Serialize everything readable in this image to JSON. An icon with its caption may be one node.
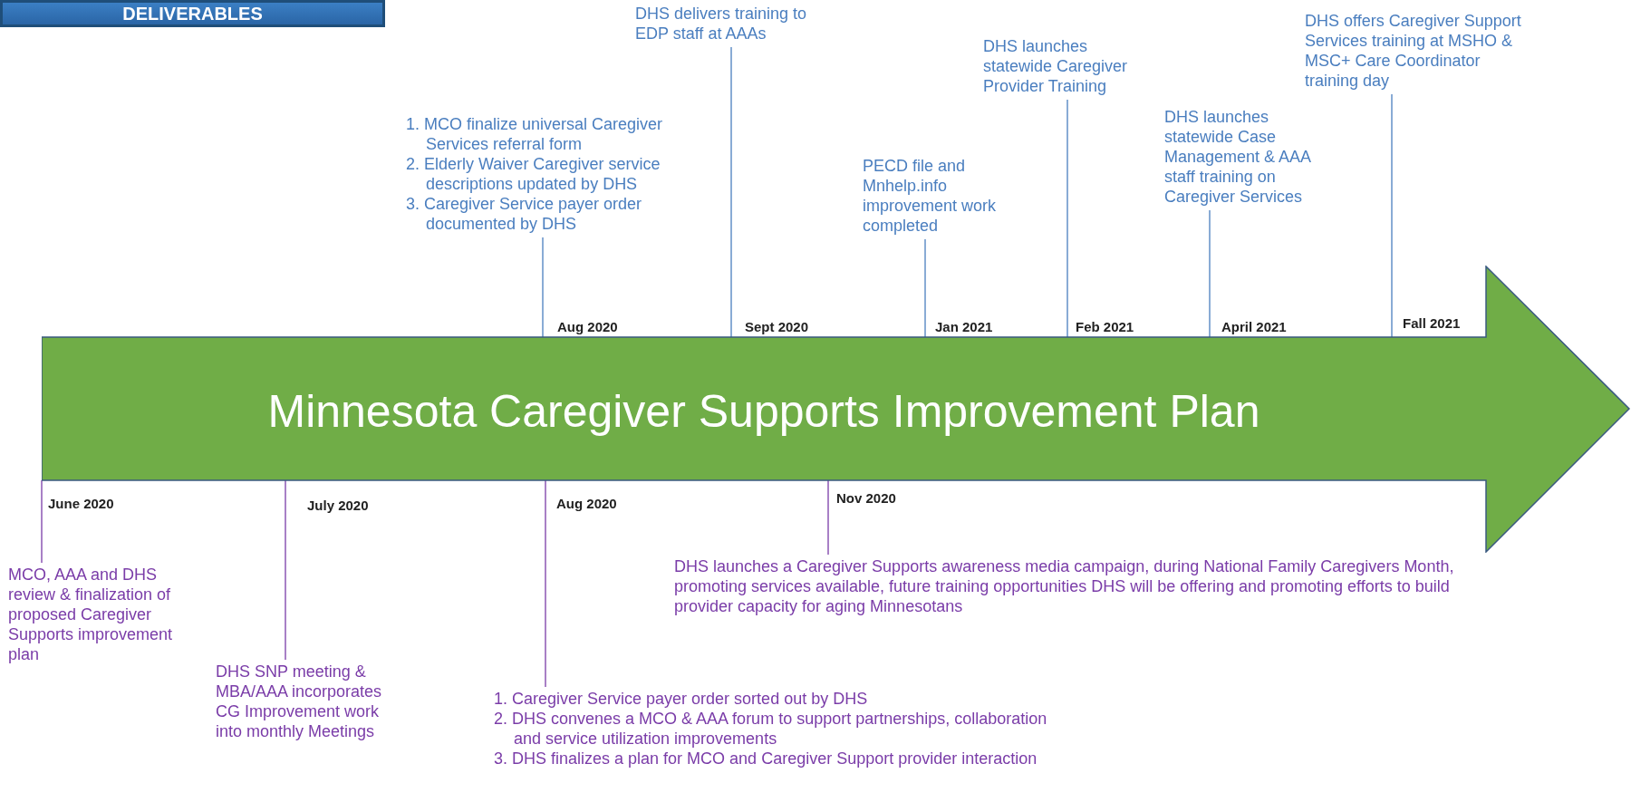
{
  "diagram": {
    "nodes": [
      {
        "text": [
          "DELIVERABLES"
        ]
      },
      {
        "text": [
          "1. MCO finalize universal Caregiver Services referral form",
          "2. Elderly Waiver Caregiver service descriptions updated by DHS",
          "3. Caregiver Service payer order documented by DHS"
        ]
      },
      {
        "text": [
          "DHS delivers training to EDP staff at AAAs"
        ]
      },
      {
        "text": [
          "PECD file and Mnhelp.info improvement work completed"
        ]
      },
      {
        "text": [
          "DHS launches statewide Caregiver Provider Training"
        ]
      },
      {
        "text": [
          "DHS launches statewide Case Management & AAA staff training on Caregiver Services"
        ]
      },
      {
        "text": [
          "DHS offers Caregiver Support Services training at MSHO & MSC+ Care Coordinator training day"
        ]
      },
      {
        "text": [
          "Minnesota Caregiver Supports Improvement Plan"
        ]
      },
      {
        "text": [
          "MCO, AAA and DHS review & finalization of proposed Caregiver Supports improvement plan"
        ]
      },
      {
        "text": [
          "DHS SNP meeting & MBA/AAA incorporates CG Improvement work into monthly Meetings"
        ]
      },
      {
        "text": [
          "1. Caregiver Service payer order sorted out by DHS",
          "2. DHS convenes a MCO & AAA forum to support partnerships, collaboration and service utilization improvements",
          "3. DHS finalizes a plan for MCO and Caregiver Support provider interaction"
        ]
      },
      {
        "text": [
          "DHS launches a Caregiver Supports awareness media campaign, during National Family Caregivers Month, promoting services available, future training opportunities DHS will be offering and promoting efforts to build provider capacity for aging Minnesotans"
        ]
      }
    ],
    "edges": [
      {
        "from": 1,
        "to": 7,
        "arrow": "none"
      },
      {
        "from": 2,
        "to": 7,
        "arrow": "none"
      },
      {
        "from": 3,
        "to": 7,
        "arrow": "none"
      },
      {
        "from": 4,
        "to": 7,
        "arrow": "none"
      },
      {
        "from": 5,
        "to": 7,
        "arrow": "none"
      },
      {
        "from": 6,
        "to": 7,
        "arrow": "none"
      },
      {
        "from": 8,
        "to": 7,
        "arrow": "none"
      },
      {
        "from": 9,
        "to": 7,
        "arrow": "none"
      },
      {
        "from": 10,
        "to": 7,
        "arrow": "none"
      },
      {
        "from": 11,
        "to": 7,
        "arrow": "none"
      }
    ],
    "labels": [
      "Aug 2020",
      "Sept 2020",
      "Jan 2021",
      "Feb 2021",
      "April 2021",
      "Fall 2021",
      "June 2020",
      "July 2020",
      "Aug 2020",
      "Nov 2020"
    ]
  }
}
